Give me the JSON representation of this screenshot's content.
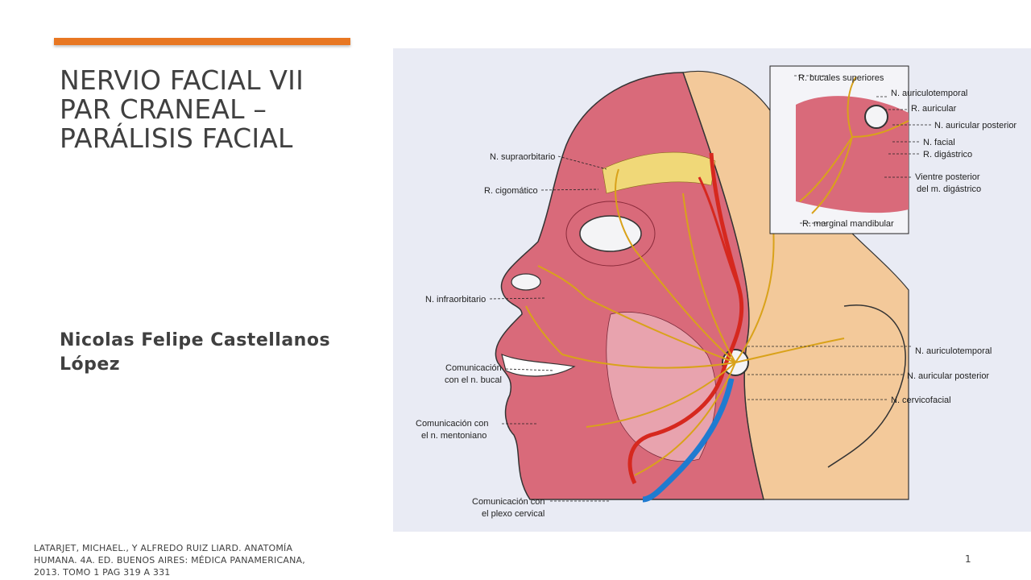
{
  "slide": {
    "title_lines": [
      "NERVIO FACIAL VII",
      "PAR CRANEAL –",
      "PARÁLISIS FACIAL"
    ],
    "author_lines": [
      "Nicolas Felipe Castellanos",
      "López"
    ],
    "citation_lines": [
      "LATARJET, MICHAEL., Y ALFREDO RUIZ LIARD. ANATOMÍA",
      "HUMANA. 4A. ED. BUENOS AIRES: MÉDICA PANAMERICANA,",
      "2013. TOMO 1 PAG 319 A 331"
    ],
    "page_number": "1",
    "accent_color": "#E87722"
  },
  "figure": {
    "labels_left": {
      "supraorbitario": "N. supraorbitario",
      "cigomatico": "R. cigomático",
      "infraorbitario": "N. infraorbitario",
      "com_bucal_1": "Comunicación",
      "com_bucal_2": "con el n. bucal",
      "com_mentoniano_1": "Comunicación con",
      "com_mentoniano_2": "el n. mentoniano",
      "com_cervical_1": "Comunicación con",
      "com_cervical_2": "el plexo cervical"
    },
    "labels_right": {
      "auriculotemporal": "N. auriculotemporal",
      "auricular_posterior": "N. auricular posterior",
      "cervicofacial": "N. cervicofacial"
    },
    "inset_labels": {
      "bucales_superiores": "R. bucales superiores",
      "auriculotemporal": "N. auriculotemporal",
      "auricular": "R. auricular",
      "auricular_posterior": "N. auricular posterior",
      "facial": "N. facial",
      "digastrico": "R. digástrico",
      "vientre_1": "Vientre posterior",
      "vientre_2": "del m. digástrico",
      "marginal": "R. marginal mandibular"
    }
  }
}
